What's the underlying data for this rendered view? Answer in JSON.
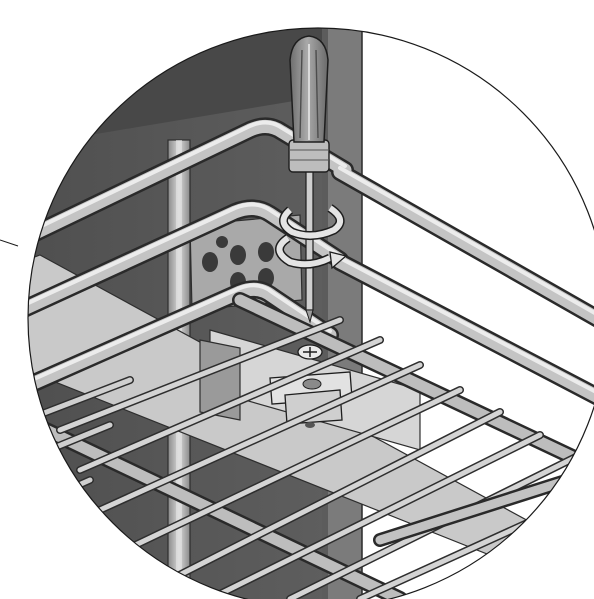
{
  "figure": {
    "kind": "assembly-illustration",
    "style": "grayscale-technical-render",
    "detail_view": "circular-magnified",
    "parts": [
      "wire-basket",
      "mounting-bracket",
      "phillips-screw",
      "screwdriver",
      "rail-post",
      "cabinet-wall"
    ],
    "action": "rotate-screwdriver-clockwise",
    "colors": {
      "background": "#ffffff",
      "cabinet_wall_dark": "#565656",
      "cabinet_wall_side": "#7a7a7a",
      "cabinet_wall_light": "#b5b5b5",
      "wire_fill": "#bdbdbd",
      "wire_outline": "#3a3a3a",
      "bracket_fill": "#cfcfcf",
      "handle_fill": "#8f8f8f",
      "outline": "#1a1a1a"
    }
  }
}
